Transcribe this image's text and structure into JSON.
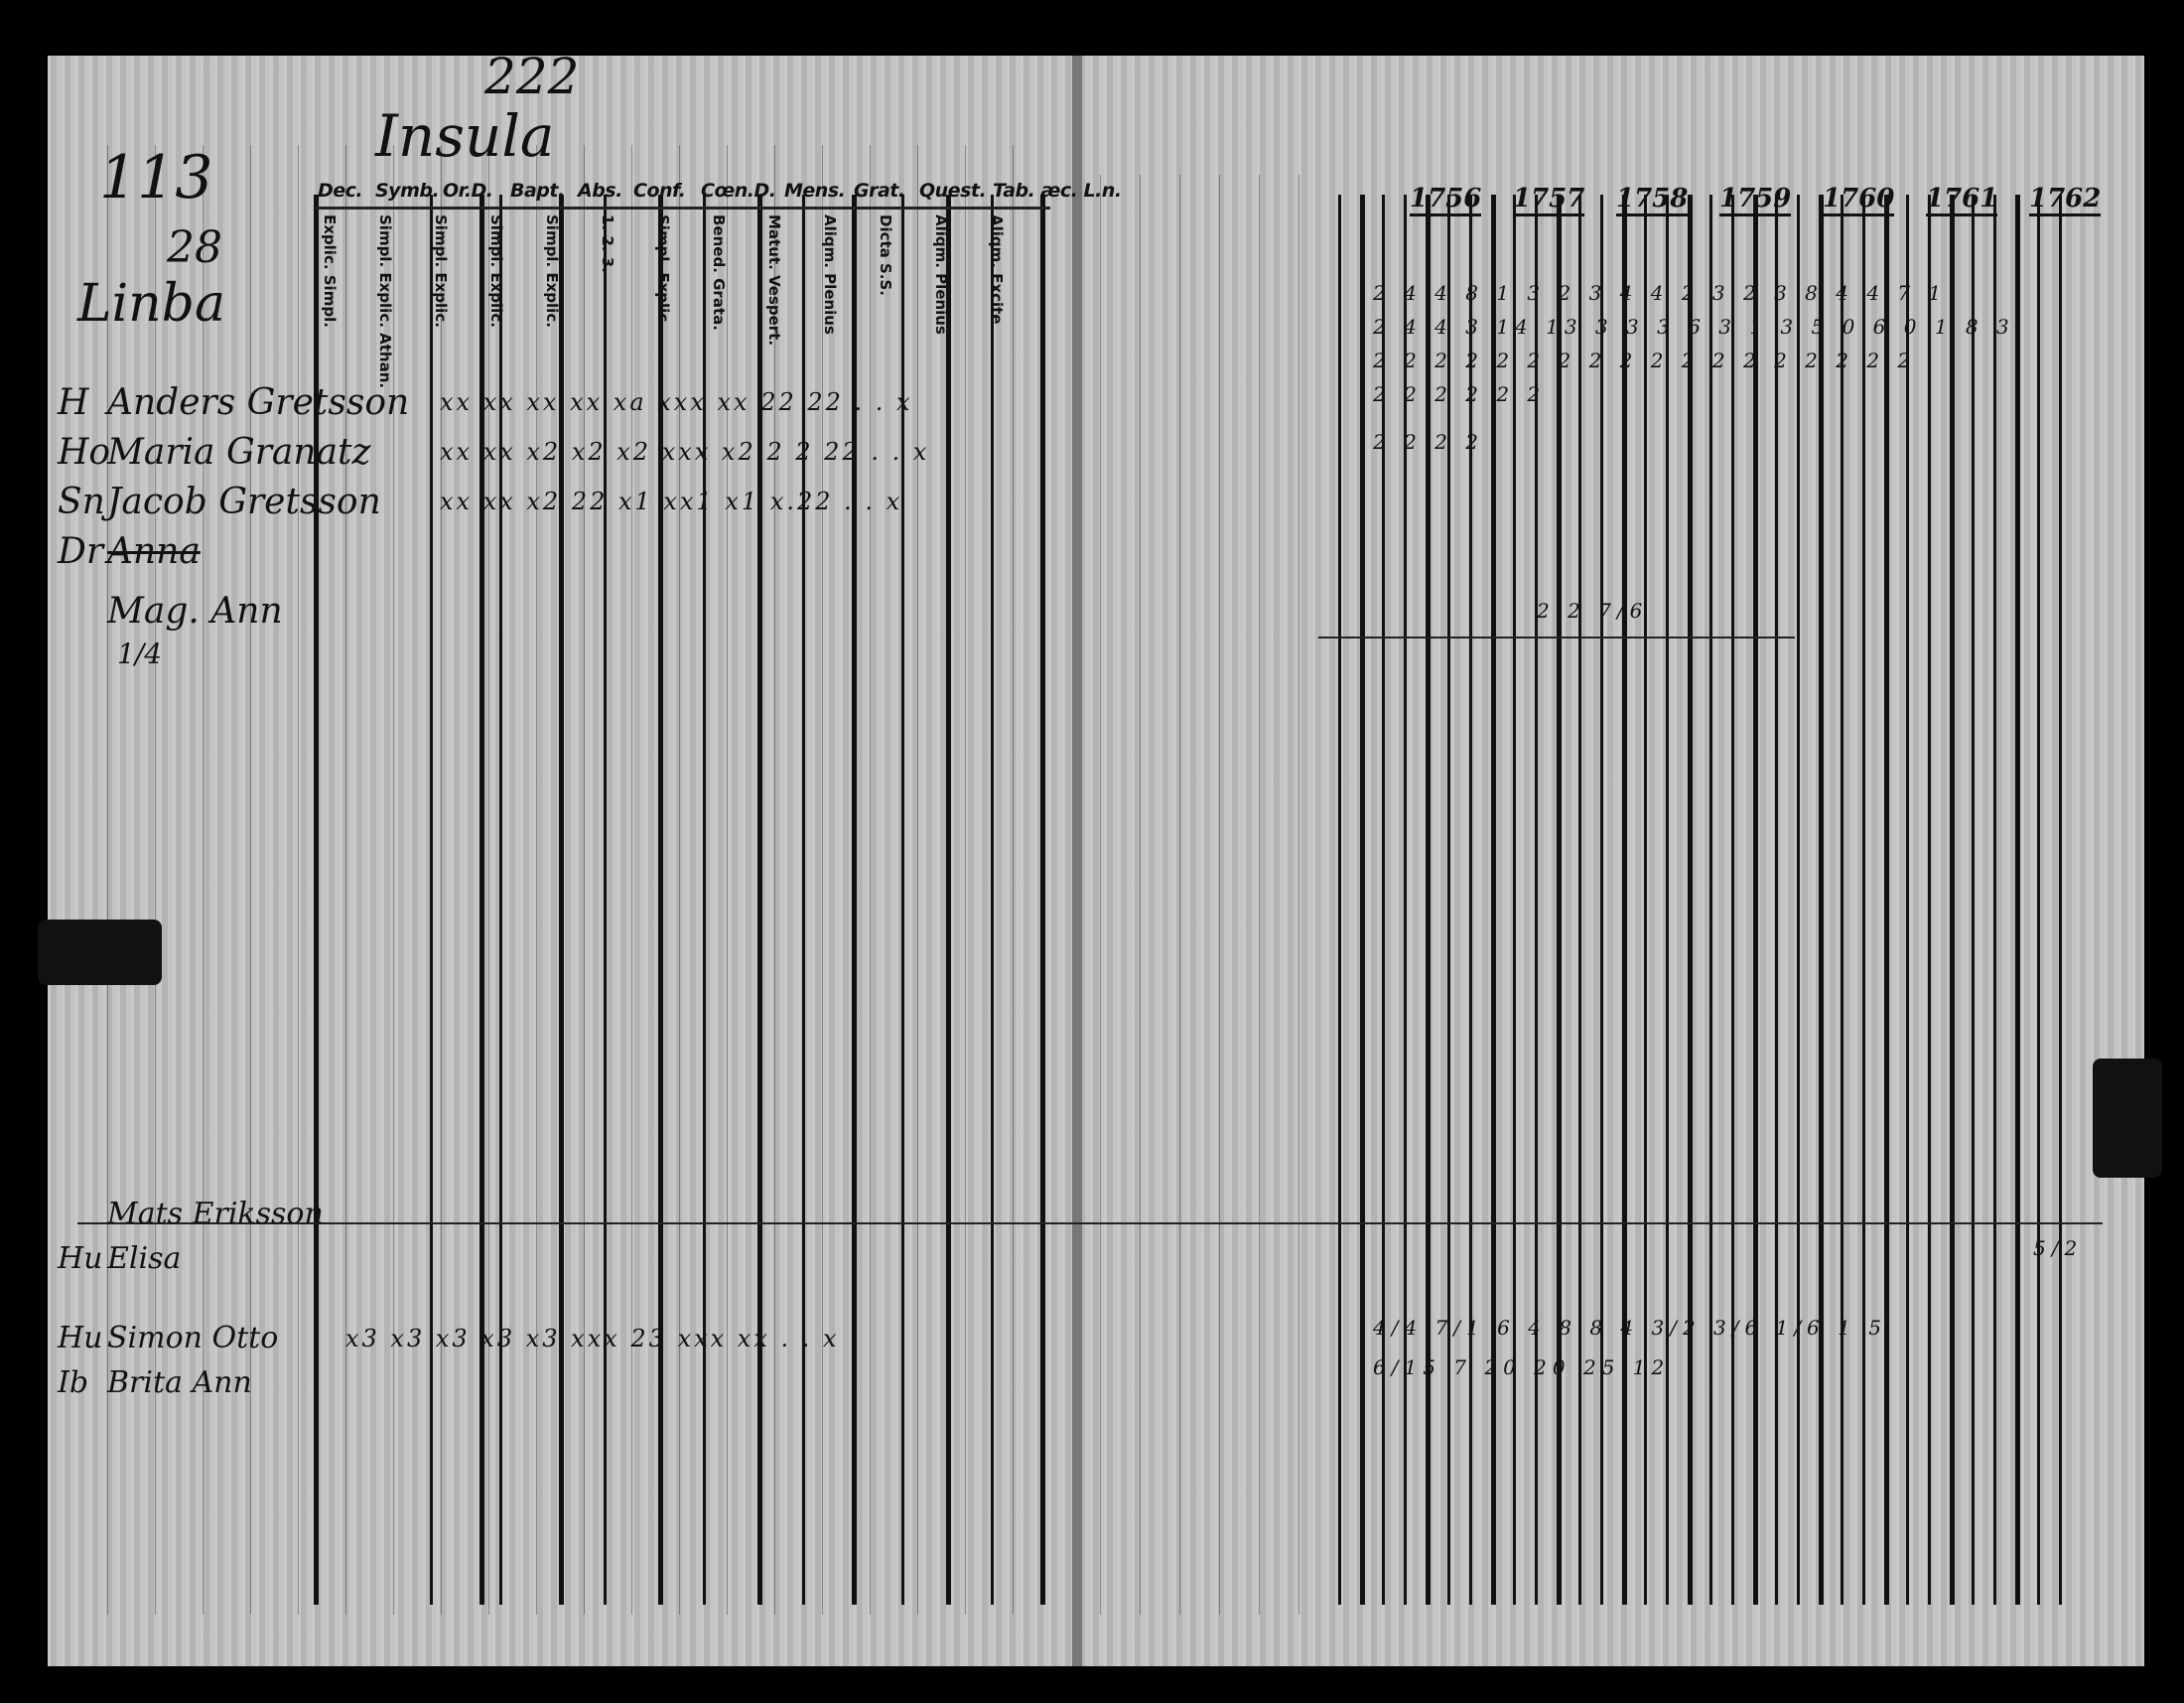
{
  "left_page": {
    "page_number": "113",
    "heading": "Insula",
    "folio": "222",
    "section": "Linba",
    "section_number": "28",
    "column_headers": [
      "Dec.",
      "Symb.",
      "Or.D.",
      "Bapt.",
      "Abs.",
      "Conf.",
      "Cœn.D.",
      "Mens.",
      "Grat.",
      "Quest.",
      "Tab. æc. L.n."
    ],
    "sub_headers": [
      "Explic. Simpl.",
      "Simpl. Explic. Athan.",
      "Simpl. Explic.",
      "Simpl. Explic.",
      "Simpl. Explic.",
      "1. 2. 3.",
      "Simpl. Explic.",
      "Bened. Grata.",
      "Matut. Vespert.",
      "Aliqm. Plenius",
      "Dicta S.S.",
      "Aliqm. Plenius",
      "Aliqm. Excite"
    ],
    "entries": [
      {
        "role": "H",
        "name": "Anders Gretsson",
        "marks": "xx  xx  xx xx xa xxx xx 22 22  .  .  x"
      },
      {
        "role": "Ho",
        "name": "Maria Granatz",
        "marks": "xx  xx  x2 x2 x2 xxx x2 2 2 22  .  .  x"
      },
      {
        "role": "Sn",
        "name": "Jacob Gretsson",
        "marks": "xx  xx  x2 22 x1 xx1 x1 x.22  .  .  x"
      },
      {
        "role": "Dr",
        "name": "Anna"
      },
      {
        "role": "",
        "name": "Mag. Ann",
        "note": "1/4"
      }
    ],
    "bottom_entries": [
      {
        "role": "",
        "name": "Mats Eriksson"
      },
      {
        "role": "Hu",
        "name": "Elisa"
      },
      {
        "role": "Hu",
        "name": "Simon Otto",
        "marks": "x3 x3  x3 x3 x3 xxx 23 xxx xx  .  .  x"
      },
      {
        "role": "Ib",
        "name": "Brita Ann"
      }
    ]
  },
  "right_page": {
    "years": [
      "1756",
      "1757",
      "1758",
      "1759",
      "1760",
      "1761",
      "1762"
    ],
    "rows": [
      "2 4   4 8   1 3   2 3 4   4 2 3 2 3 8  4 4 7 1",
      "2 4   4 3 14   13 3   3 3 6 3   1 3 5 0 6 0   1 8 3",
      "2 2 2   2 2 2 2   2 2   2 2   2 2 2 2 2 2 2",
      "2 2 2   2 2   2",
      "2 2 2   2",
      "2 2 7/6",
      "5/2",
      "4/4   7/1   6 4 8 8 4   3/2 3/6 1/6 1 5",
      "6/15   7 20 20 25 12"
    ]
  }
}
